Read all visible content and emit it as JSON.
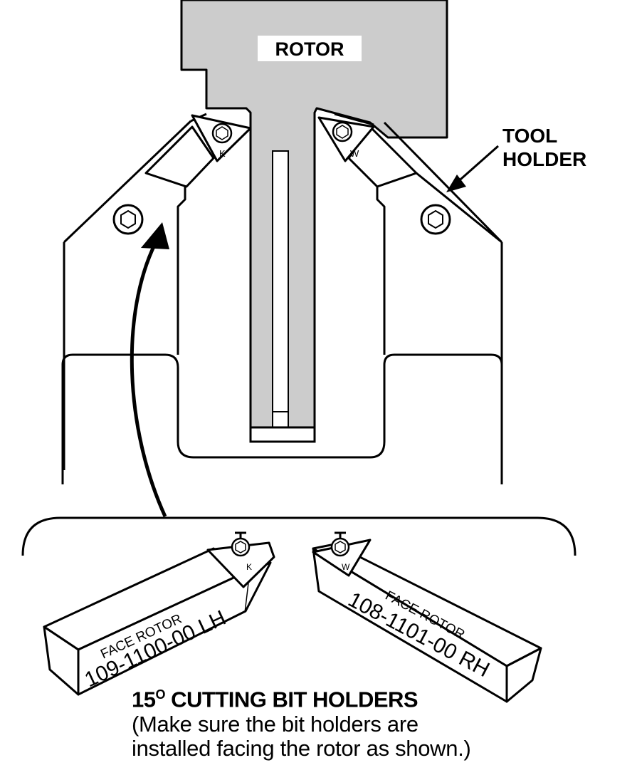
{
  "labels": {
    "rotor": "ROTOR",
    "tool_holder_line1": "TOOL",
    "tool_holder_line2": "HOLDER"
  },
  "bits": {
    "left": {
      "title": "FACE ROTOR",
      "part_number": "109-1100-00 LH"
    },
    "right": {
      "title": "FACE ROTOR",
      "part_number": "108-1101-00 RH"
    }
  },
  "insert_marks": {
    "left": "K",
    "right": "W"
  },
  "caption": {
    "degree_value": "15",
    "degree_symbol": "O",
    "title_rest": " CUTTING BIT HOLDERS",
    "line2": "(Make sure the bit holders are",
    "line3": "installed facing the rotor as shown.)"
  },
  "colors": {
    "rotor_fill": "#cccccc",
    "line": "#000000",
    "background": "#ffffff"
  }
}
